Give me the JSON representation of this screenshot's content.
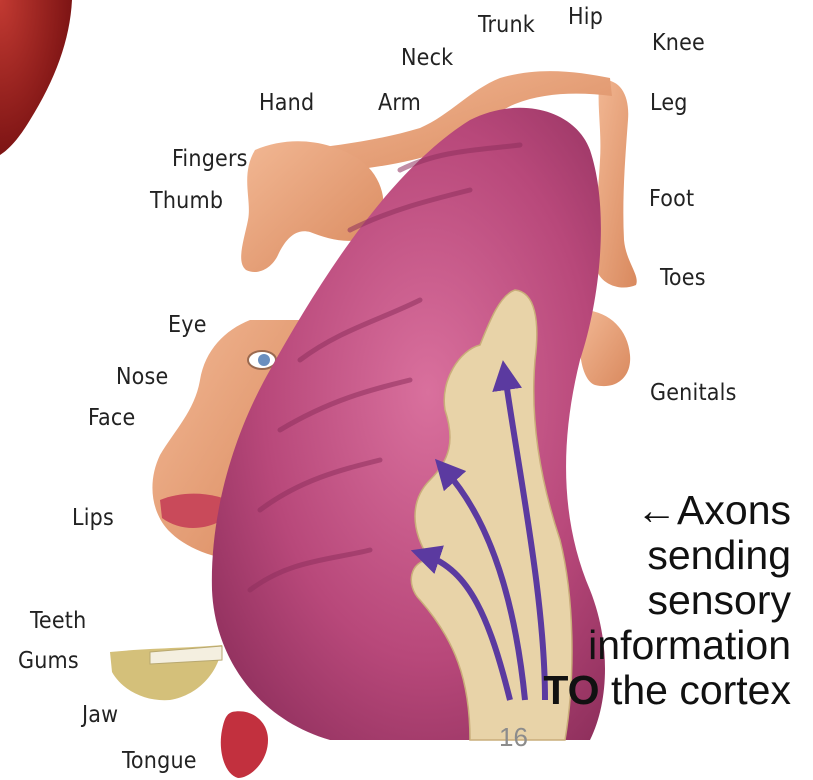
{
  "labels": {
    "hip": "Hip",
    "trunk": "Trunk",
    "knee": "Knee",
    "neck": "Neck",
    "hand": "Hand",
    "arm": "Arm",
    "leg": "Leg",
    "fingers": "Fingers",
    "thumb": "Thumb",
    "foot": "Foot",
    "toes": "Toes",
    "eye": "Eye",
    "nose": "Nose",
    "face": "Face",
    "genitals": "Genitals",
    "lips": "Lips",
    "teeth": "Teeth",
    "gums": "Gums",
    "jaw": "Jaw",
    "tongue": "Tongue"
  },
  "caption": {
    "line1": "←Axons",
    "line2": "sending",
    "line3": "sensory",
    "line4": "information",
    "line5_bold": "TO",
    "line5_rest": " the cortex"
  },
  "slide_number": "16",
  "colors": {
    "cortex": "#b8487a",
    "cortex_dark": "#8e2f5c",
    "white_matter": "#e8d3a8",
    "axon_arrow": "#5b3aa0",
    "skin": "#e9a27a",
    "brain_corner": "#9b1b1b"
  }
}
